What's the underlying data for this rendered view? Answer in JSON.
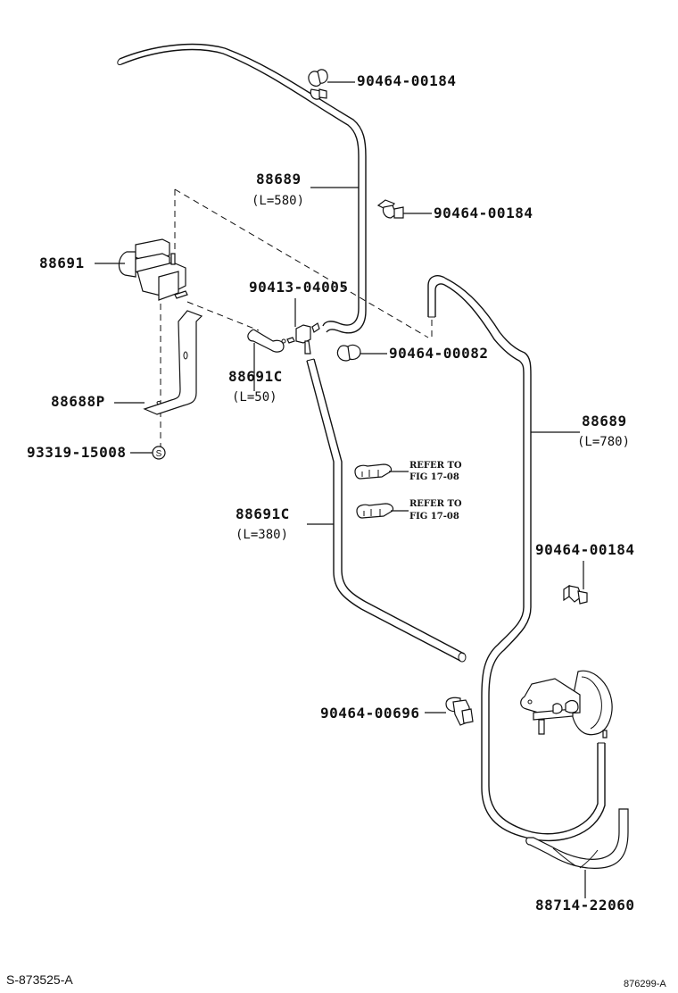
{
  "diagram": {
    "type": "parts-exploded-view",
    "parts": [
      {
        "id": "clip-top",
        "label": "90464-00184"
      },
      {
        "id": "hose-upper",
        "label": "88689",
        "length": "(L=580)"
      },
      {
        "id": "clip-upper-right",
        "label": "90464-00184"
      },
      {
        "id": "vsv",
        "label": "88691"
      },
      {
        "id": "connector",
        "label": "90413-04005"
      },
      {
        "id": "clip-mid",
        "label": "90464-00082"
      },
      {
        "id": "hose-short",
        "label": "88691C",
        "length": "(L=50)"
      },
      {
        "id": "bracket",
        "label": "88688P"
      },
      {
        "id": "bolt",
        "label": "93319-15008",
        "symbol": "S"
      },
      {
        "id": "hose-right",
        "label": "88689",
        "length": "(L=780)"
      },
      {
        "id": "clamp-ref-1",
        "label_line1": "REFER TO",
        "label_line2": "FIG 17-08"
      },
      {
        "id": "clamp-ref-2",
        "label_line1": "REFER TO",
        "label_line2": "FIG 17-08"
      },
      {
        "id": "hose-long",
        "label": "88691C",
        "length": "(L=380)"
      },
      {
        "id": "clip-right",
        "label": "90464-00184"
      },
      {
        "id": "clamp-lower",
        "label": "90464-00696"
      },
      {
        "id": "protector",
        "label": "88714-22060"
      }
    ],
    "footer": {
      "left_code": "S-873525-A",
      "right_code": "876299-A"
    }
  }
}
